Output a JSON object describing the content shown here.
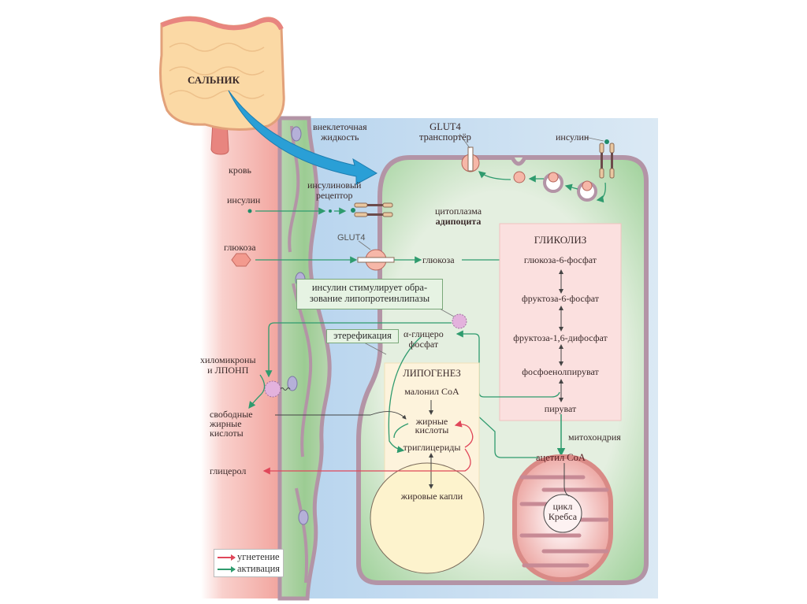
{
  "colors": {
    "blood": "#f4b2ac",
    "extracellular": "#c8def0",
    "cytoplasm": "#d9ebd4",
    "membrane": "#b394a6",
    "glycolysis_box": "#fbe0df",
    "lipogenesis_box": "#fdf3dc",
    "activation": "#2f9b6e",
    "inhibition": "#e0475a",
    "big_arrow": "#2a9fd6"
  },
  "labels": {
    "omentum": "САЛЬНИК",
    "extracellular_fluid": [
      "внеклеточная",
      "жидкость"
    ],
    "blood": "кровь",
    "insulin_blood": "инсулин",
    "glucose_blood": "глюкоза",
    "insulin_receptor": [
      "инсулиновый",
      "рецептор"
    ],
    "glut4_top": [
      "GLUT4",
      "транспортёр"
    ],
    "insulin_top": "инсулин",
    "glut4_mid": "GLUT4",
    "cytoplasm": "цитоплазма",
    "adipocyte": "адипоцита",
    "glucose_cell": "глюкоза",
    "lpl_callout": [
      "инсулин стимулирует обра-",
      "зование липопротеинлипазы"
    ],
    "esterification": "этерефикация",
    "alpha_glycerophosphate": [
      "α-глицеро",
      "фосфат"
    ],
    "chylomicrons": [
      "хиломикроны",
      "и ЛПОНП"
    ],
    "free_fatty_acids": [
      "свободные",
      "жирные",
      "кислоты"
    ],
    "glycerol": "глицерол",
    "mitochondria": "митохондрия",
    "acetyl_coa": "ацетил СоА",
    "krebs": [
      "цикл",
      "Кребса"
    ]
  },
  "glycolysis": {
    "title": "ГЛИКОЛИЗ",
    "steps": [
      "глюкоза-6-фосфат",
      "фруктоза-6-фосфат",
      "фруктоза-1,6-дифосфат",
      "фосфоенолпируват",
      "пируват"
    ]
  },
  "lipogenesis": {
    "title": "ЛИПОГЕНЕЗ",
    "malonyl": "малонил СоА",
    "fatty_acids": [
      "жирные",
      "кислоты"
    ],
    "triglycerides": "триглицериды",
    "fat_droplets": "жировые капли"
  },
  "legend": {
    "items": [
      {
        "label": "угнетение",
        "color": "#e0475a"
      },
      {
        "label": "активация",
        "color": "#2f9b6e"
      }
    ]
  }
}
